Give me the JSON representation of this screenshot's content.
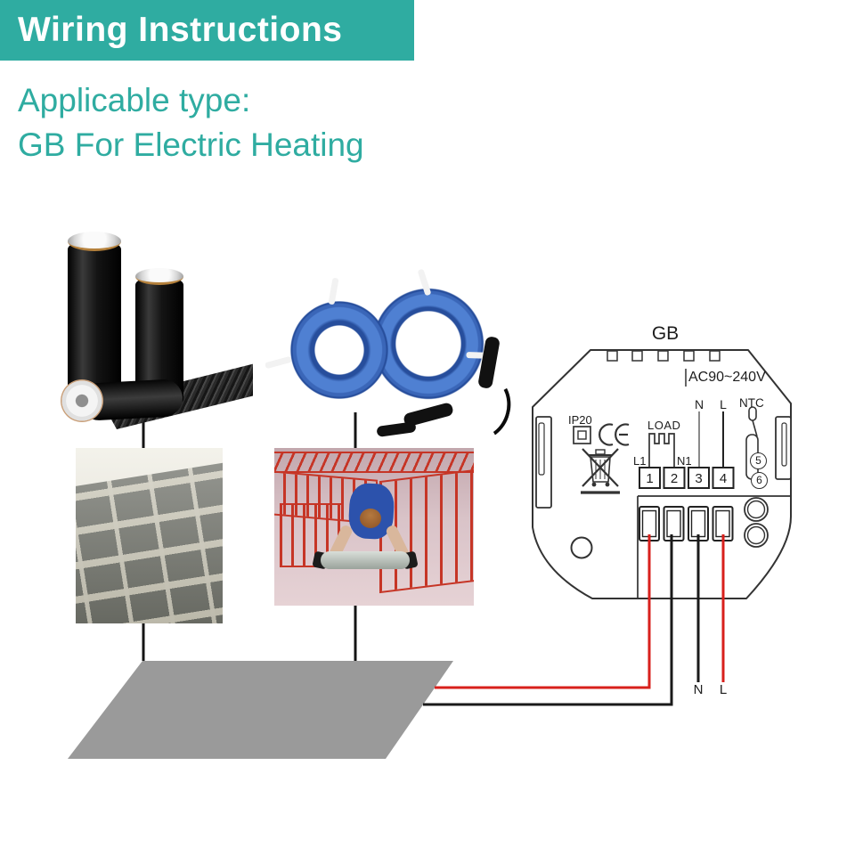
{
  "header": {
    "banner_title": "Wiring Instructions",
    "subtitle_line1": "Applicable type:",
    "subtitle_line2": "GB For Electric Heating"
  },
  "diagram": {
    "title": "GB",
    "voltage": "AC90~240V",
    "ip20": "IP20",
    "ce_mark": "CE",
    "load": "LOAD",
    "l1": "L1",
    "n1": "N1",
    "n_top": "N",
    "l_top": "L",
    "ntc": "NTC",
    "terminals": [
      "1",
      "2",
      "3",
      "4"
    ],
    "circle5": "5",
    "circle6": "6",
    "n_bottom": "N",
    "l_bottom": "L"
  },
  "icons": {
    "ce_mark": "ce-mark-icon",
    "weee": "weee-crossed-bin-icon",
    "load_element": "heating-element-icon",
    "ntc_probe": "ntc-probe-icon",
    "ip20_box": "ip20-enclosure-icon"
  },
  "figures": {
    "film_rolls": "heating-film-rolls-photo",
    "cable_coils": "heating-cable-coils-photo",
    "film_floor": "heating-film-installed-photo",
    "cable_floor": "heating-cable-installation-photo",
    "floor_plane": "floor-plane"
  },
  "colors": {
    "teal": "#2FACA1",
    "wire_red": "#D8201C",
    "wire_black": "#1A1A1A",
    "outline": "#333333",
    "floor_gray": "#9A9A9A",
    "cable_blue": "#3B6FC6"
  }
}
